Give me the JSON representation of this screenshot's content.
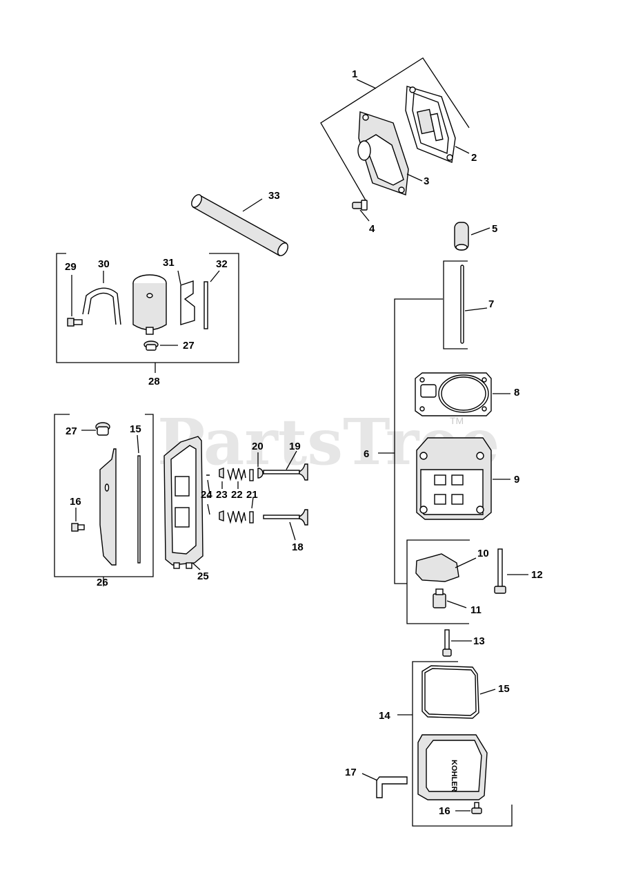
{
  "watermark": {
    "text": "PartsTree",
    "trademark": "TM"
  },
  "callouts": {
    "c1": "1",
    "c2": "2",
    "c3": "3",
    "c4": "4",
    "c5": "5",
    "c6": "6",
    "c7": "7",
    "c8": "8",
    "c9": "9",
    "c10": "10",
    "c11": "11",
    "c12": "12",
    "c13": "13",
    "c14": "14",
    "c15a": "15",
    "c15b": "15",
    "c16a": "16",
    "c16b": "16",
    "c17": "17",
    "c18": "18",
    "c19": "19",
    "c20": "20",
    "c21": "21",
    "c22": "22",
    "c23": "23",
    "c24": "24",
    "c25": "25",
    "c26": "26",
    "c27a": "27",
    "c27b": "27",
    "c28": "28",
    "c29": "29",
    "c30": "30",
    "c31": "31",
    "c32": "32",
    "c33": "33"
  },
  "valve_cover_logo": "KOHLER"
}
